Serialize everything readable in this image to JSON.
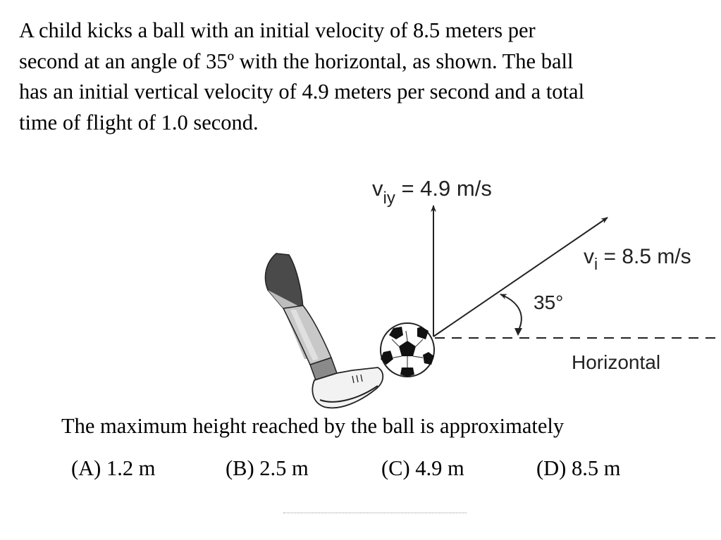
{
  "problem": {
    "lines": [
      "A child kicks a ball with an initial velocity of 8.5 meters per",
      "second at an angle of 35º with the horizontal, as shown. The ball",
      "has an initial vertical velocity of 4.9 meters per second and a total",
      "time of flight of 1.0 second."
    ]
  },
  "figure": {
    "viy": {
      "symbol": "v",
      "subscript": "iy",
      "value": " = 4.9 m/s"
    },
    "vi": {
      "symbol": "v",
      "subscript": "i",
      "value": " = 8.5 m/s"
    },
    "angle": "35°",
    "horizontal_label": "Horizontal"
  },
  "question": "The maximum height reached by the ball is approximately",
  "choices": [
    "(A) 1.2 m",
    "(B) 2.5 m",
    "(C) 4.9 m",
    "(D) 8.5 m"
  ]
}
